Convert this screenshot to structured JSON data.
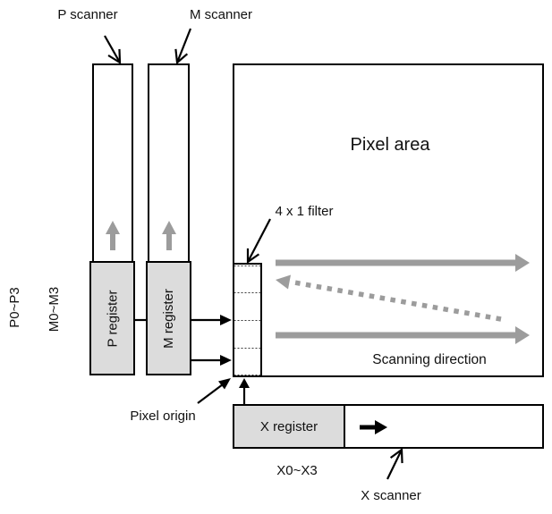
{
  "labels": {
    "p_scanner": "P scanner",
    "m_scanner": "M scanner",
    "x_scanner": "X scanner",
    "pixel_area": "Pixel area",
    "filter": "4 x 1 filter",
    "p_range": "P0~P3",
    "m_range": "M0~M3",
    "x_range": "X0~X3",
    "p_register": "P register",
    "m_register": "M register",
    "x_register": "X register",
    "scanning_direction": "Scanning direction",
    "pixel_origin": "Pixel origin"
  },
  "colors": {
    "line": "#000000",
    "register_fill": "#dcdcdc",
    "scan_arrow_gray": "#9c9c9c",
    "background": "#ffffff"
  }
}
